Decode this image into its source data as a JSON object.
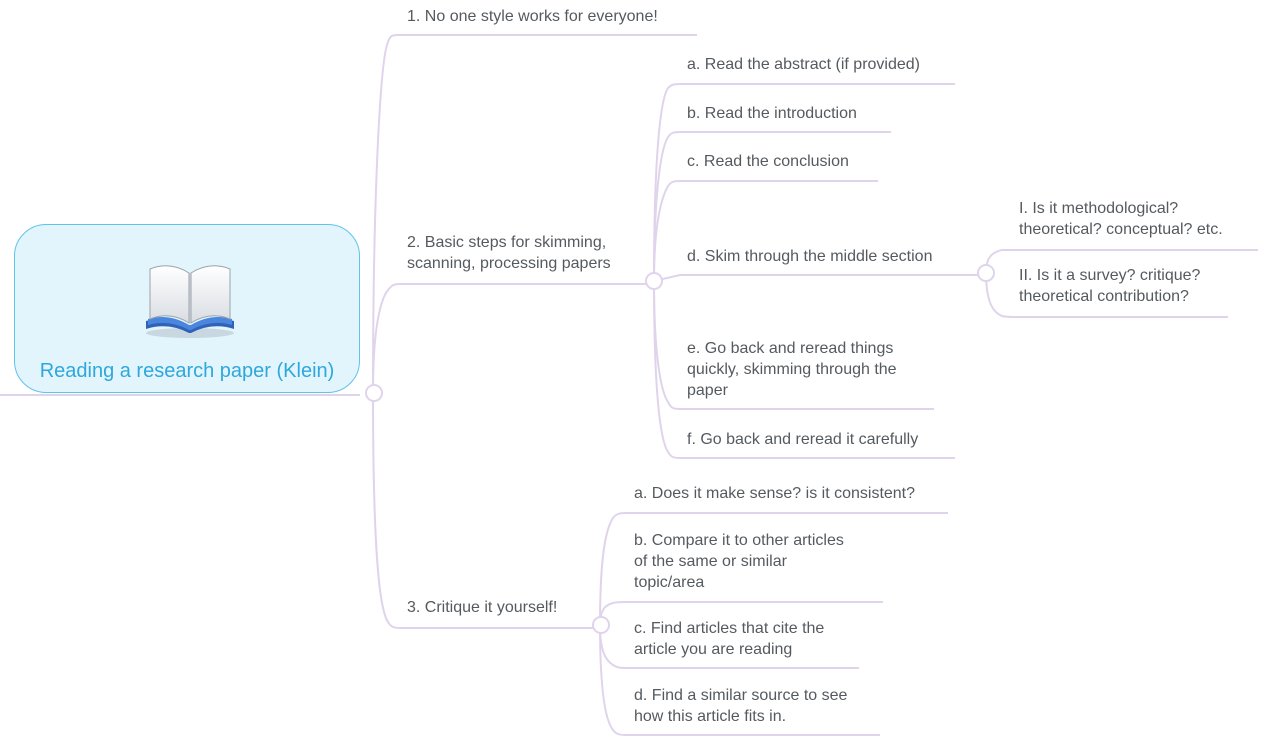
{
  "root": {
    "title": "Reading a research paper (Klein)",
    "icon": "open-book-icon"
  },
  "branches": {
    "b1": {
      "label": "1. No one style works for everyone!"
    },
    "b2": {
      "label": "2. Basic steps for skimming,\nscanning, processing papers",
      "children": [
        {
          "label": "a. Read the abstract (if provided)"
        },
        {
          "label": "b. Read the introduction"
        },
        {
          "label": "c. Read the conclusion"
        },
        {
          "label": "d. Skim through the middle section",
          "children": [
            {
              "label": "I. Is it methodological?\ntheoretical? conceptual? etc."
            },
            {
              "label": "II. Is it a survey? critique?\ntheoretical contribution?"
            }
          ]
        },
        {
          "label": "e. Go back and reread things\nquickly, skimming through the\npaper"
        },
        {
          "label": "f. Go back and reread it carefully"
        }
      ]
    },
    "b3": {
      "label": "3. Critique it yourself!",
      "children": [
        {
          "label": "a. Does it make sense? is it consistent?"
        },
        {
          "label": "b. Compare it to other articles\nof the same or similar\ntopic/area"
        },
        {
          "label": "c. Find articles that cite the\narticle you are reading"
        },
        {
          "label": "d. Find a similar source to see\nhow this article fits in."
        }
      ]
    }
  },
  "colors": {
    "connector": "#e0d4ec",
    "root_border": "#5fc3ec",
    "root_fill": "#e2f4fc",
    "root_text": "#2ea8dc",
    "node_text": "#555a5f"
  }
}
